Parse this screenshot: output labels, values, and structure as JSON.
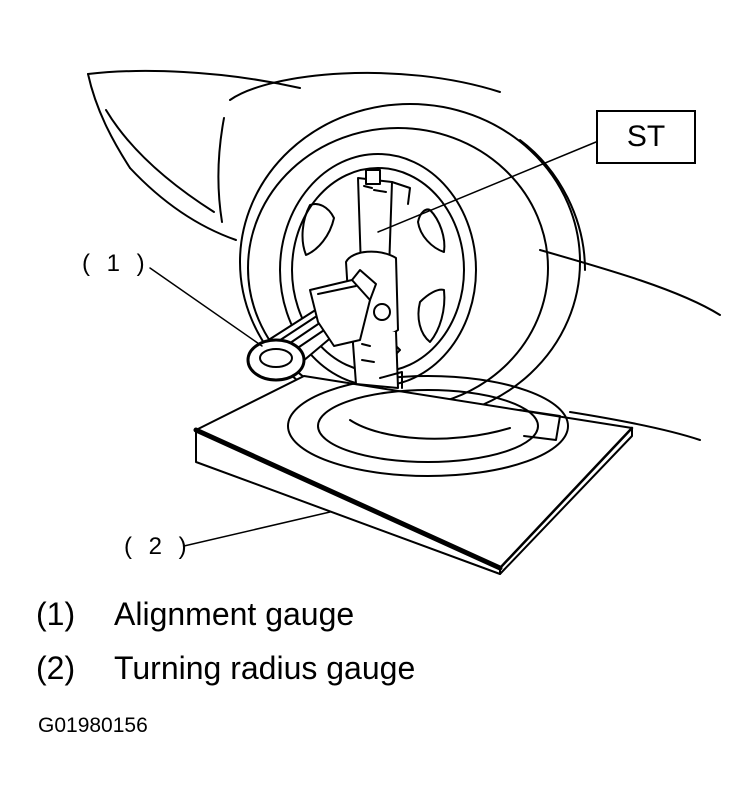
{
  "callouts": {
    "c1": "( 1 )",
    "c2": "( 2 )",
    "st": "ST"
  },
  "legend": [
    {
      "num": "(1)",
      "label": "Alignment gauge"
    },
    {
      "num": "(2)",
      "label": "Turning radius gauge"
    }
  ],
  "figure_code": "G01980156",
  "colors": {
    "line": "#000000",
    "background": "#ffffff"
  }
}
